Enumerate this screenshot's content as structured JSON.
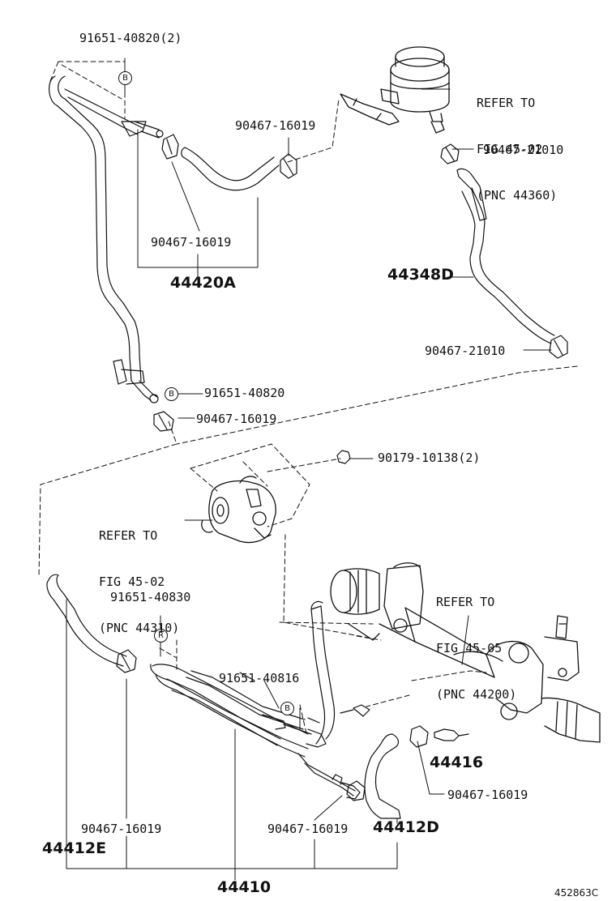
{
  "parts": {
    "bolt_top_2": "91651-40820(2)",
    "clip_top_right": "90467-16019",
    "clip_top_left": "90467-16019",
    "hose_group": "44420A",
    "bolt_mid": "91651-40820",
    "clip_mid": "90467-16019",
    "clip_reservoir": "90467-21010",
    "hose_return": "44348D",
    "clip_return": "90467-21010",
    "nut_pump": "90179-10138(2)",
    "bolt_lower": "91651-40830",
    "bolt_lower_b": "91651-40816",
    "hose_left": "44412E",
    "clip_left_bottom": "90467-16019",
    "clip_center_bottom": "90467-16019",
    "hose_right": "44412D",
    "union": "44416",
    "clip_union": "90467-16019",
    "tube_assembly": "44410"
  },
  "refers": {
    "reservoir": [
      "REFER TO",
      "FIG 45-02",
      "(PNC 44360)"
    ],
    "pump": [
      "REFER TO",
      "FIG 45-02",
      "(PNC 44310)"
    ],
    "gear": [
      "REFER TO",
      "FIG 45-05",
      "(PNC 44200)"
    ]
  },
  "badges": {
    "b1": "B",
    "b2": "B",
    "b3": "R",
    "b4": "B"
  },
  "diagram_code": "452863C"
}
